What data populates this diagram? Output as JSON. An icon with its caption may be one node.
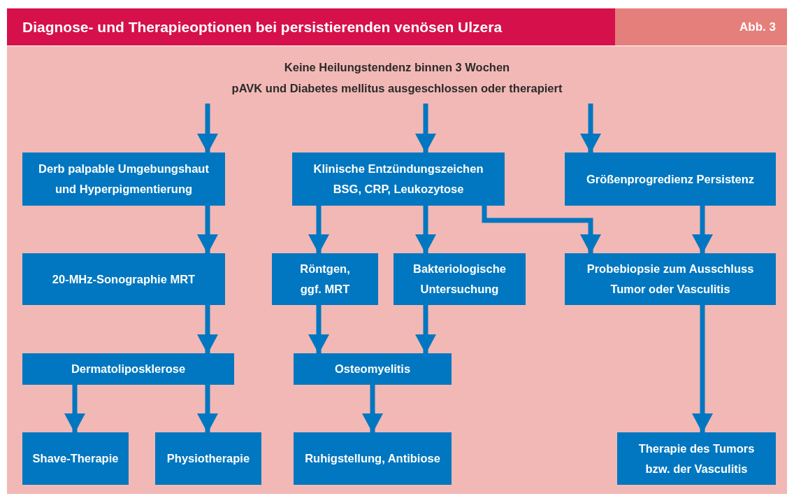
{
  "diagram": {
    "title": "Diagnose- und Therapieoptionen bei persistierenden venösen Ulzera",
    "nodes": [
      {
        "text": [
          "Keine Heilungstendenz binnen 3 Wochen",
          "pAVK und Diabetes mellitus ausgeschlossen oder therapiert"
        ]
      },
      {
        "text": [
          "Derb palpable Umgebungshaut und Hyperpigmentierung"
        ]
      },
      {
        "text": [
          "Klinische Entzündungszeichen BSG, CRP, Leukozytose"
        ]
      },
      {
        "text": [
          "Größenprogredienz Persistenz"
        ]
      },
      {
        "text": [
          "20-MHz-Sonographie MRT"
        ]
      },
      {
        "text": [
          "Röntgen, ggf. MRT"
        ]
      },
      {
        "text": [
          "Bakteriologische Untersuchung"
        ]
      },
      {
        "text": [
          "Probebiopsie zum Ausschluss Tumor oder Vasculitis"
        ]
      },
      {
        "text": [
          "Dermatoliposklerose"
        ]
      },
      {
        "text": [
          "Osteomyelitis"
        ]
      },
      {
        "text": [
          "Shave-Therapie"
        ]
      },
      {
        "text": [
          "Physiotherapie"
        ]
      },
      {
        "text": [
          "Ruhigstellung, Antibiose"
        ]
      },
      {
        "text": [
          "Therapie des Tumors bzw. der Vasculitis"
        ]
      }
    ],
    "edges": [
      {
        "from": 0,
        "to": 1,
        "arrow": "to"
      },
      {
        "from": 0,
        "to": 2,
        "arrow": "to"
      },
      {
        "from": 0,
        "to": 3,
        "arrow": "to"
      },
      {
        "from": 1,
        "to": 4,
        "arrow": "to"
      },
      {
        "from": 2,
        "to": 5,
        "arrow": "to"
      },
      {
        "from": 2,
        "to": 6,
        "arrow": "to"
      },
      {
        "from": 2,
        "to": 7,
        "arrow": "to"
      },
      {
        "from": 3,
        "to": 7,
        "arrow": "to"
      },
      {
        "from": 4,
        "to": 8,
        "arrow": "to"
      },
      {
        "from": 5,
        "to": 9,
        "arrow": "to"
      },
      {
        "from": 6,
        "to": 9,
        "arrow": "to"
      },
      {
        "from": 7,
        "to": 13,
        "arrow": "to"
      },
      {
        "from": 8,
        "to": 10,
        "arrow": "to"
      },
      {
        "from": 8,
        "to": 11,
        "arrow": "to"
      },
      {
        "from": 9,
        "to": 12,
        "arrow": "to"
      }
    ],
    "labels": [
      "Abb. 3"
    ]
  }
}
